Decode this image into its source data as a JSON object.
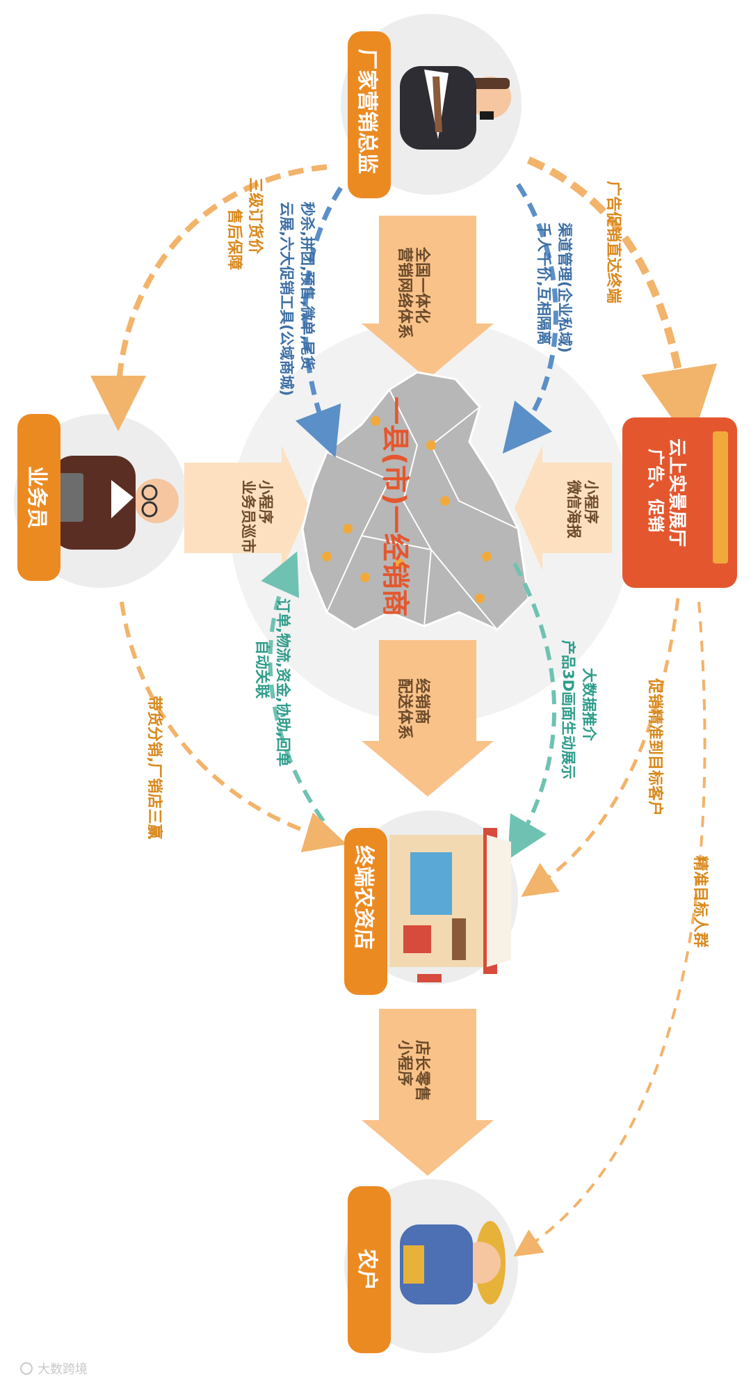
{
  "nodes": {
    "director": "厂家营销总监",
    "salesperson": "业务员",
    "showroom_title": "云上实景展厅",
    "showroom_sub": "广告、促销",
    "center": "一县(市)一经销商",
    "store": "终端农资店",
    "farmer": "农户"
  },
  "arrows": {
    "national_network": [
      "全国一体化",
      "营销网络体系"
    ],
    "distribution": [
      "经销商",
      "配送体系"
    ],
    "retail": [
      "店长零售",
      "小程序"
    ],
    "salesperson_app": [
      "小程序",
      "业务员巡市"
    ],
    "wechat_poster": [
      "小程序",
      "微信海报"
    ]
  },
  "flows": {
    "three_level_price": [
      "三级订货价",
      "售后保障"
    ],
    "promo_tools": [
      "秒杀,拼团,预售,微单,尾货",
      "云展,六大促销工具(公域商城)"
    ],
    "channel_mgmt": [
      "渠道管理(企业私域)",
      "千人千价,互相隔离"
    ],
    "ad_direct": "广告促销直达终端",
    "order_link": [
      "订单,物流,资金,协助,回单",
      "自动关联"
    ],
    "big_data": [
      "大数据推介",
      "产品3D画面生动展示"
    ],
    "sell_share": "带货分销,厂销店三赢",
    "precise_promo": "促销精准到目标客户",
    "precise_target": "精准目标人群"
  },
  "watermark": "大数跨境",
  "colors": {
    "orange": "#ec8a22",
    "orange_light": "#f9c289",
    "blue": "#5b8fc7",
    "teal": "#6fc2b2",
    "red": "#e4572e",
    "gray_map": "#b7b7b7"
  }
}
